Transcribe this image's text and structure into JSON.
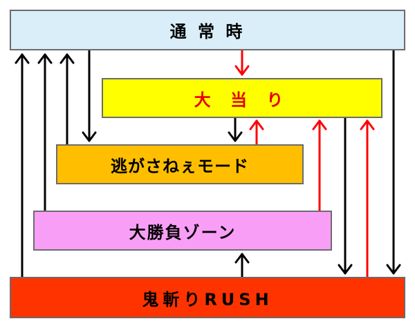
{
  "colors": {
    "arrow_black": "#000000",
    "arrow_red": "#ff0000",
    "normal_fill": "#d9eef9",
    "jackpot_fill": "#ffff00",
    "jackpot_text": "#e60000",
    "escape_fill": "#ffbf00",
    "bigwin_fill": "#f99ef7",
    "rush_fill": "#ff3300"
  },
  "states": {
    "normal": "通 常 時",
    "jackpot": "大 当 り",
    "escape": "逃がさねぇモード",
    "bigwin": "大勝負ゾーン",
    "rush": "鬼斬りRUSH"
  },
  "edges": [
    {
      "from": "normal",
      "to": "jackpot",
      "color": "red"
    },
    {
      "from": "jackpot",
      "to": "escape",
      "color": "black"
    },
    {
      "from": "escape",
      "to": "jackpot",
      "color": "red"
    },
    {
      "from": "normal",
      "to": "escape",
      "color": "black"
    },
    {
      "from": "escape",
      "to": "normal",
      "color": "black"
    },
    {
      "from": "bigwin",
      "to": "normal",
      "color": "black"
    },
    {
      "from": "rush",
      "to": "normal",
      "color": "black"
    },
    {
      "from": "bigwin",
      "to": "jackpot",
      "color": "red"
    },
    {
      "from": "rush",
      "to": "jackpot",
      "color": "red"
    },
    {
      "from": "jackpot",
      "to": "rush",
      "color": "black"
    },
    {
      "from": "normal",
      "to": "rush",
      "color": "black"
    },
    {
      "from": "rush",
      "to": "bigwin",
      "color": "black"
    }
  ]
}
